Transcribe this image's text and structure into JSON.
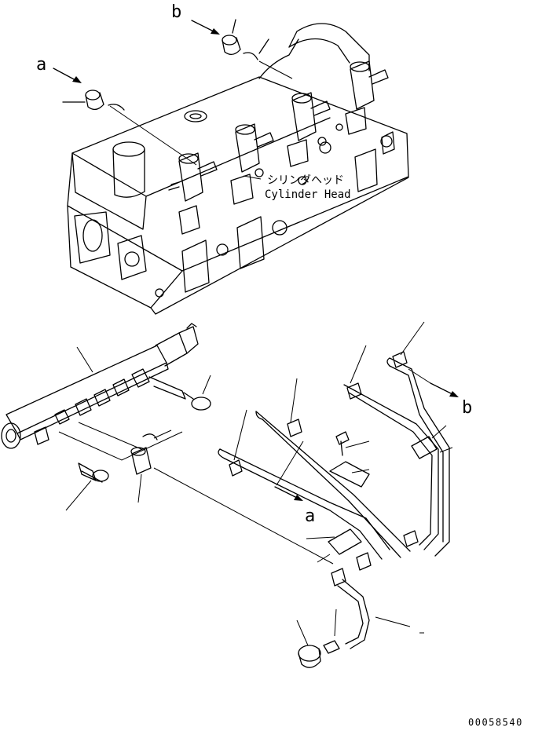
{
  "callouts": {
    "a_top": "a",
    "b_top": "b",
    "a_bottom": "a",
    "b_bottom": "b"
  },
  "cylinder_head_label": {
    "jp": "シリンダヘッド",
    "en": "Cylinder Head"
  },
  "drawing_number": "00058540"
}
